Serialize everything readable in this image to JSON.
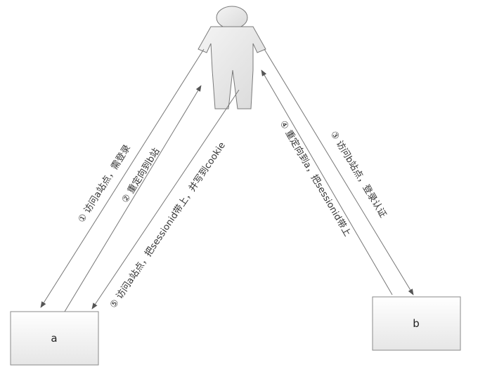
{
  "nodes": {
    "a": {
      "label": "a"
    },
    "b": {
      "label": "b"
    },
    "user": {
      "label": ""
    }
  },
  "steps": [
    {
      "id": "step1",
      "text": "① 访问a站点，需登录"
    },
    {
      "id": "step2",
      "text": "② 重定向到b站"
    },
    {
      "id": "step3",
      "text": "③ 访问b站点，登录认证"
    },
    {
      "id": "step4",
      "text": "④ 重定向到a，把sessionid带上"
    },
    {
      "id": "step5",
      "text": "⑤ 访问a站点，把sessionid带上，并写到cookie"
    }
  ],
  "colors": {
    "line": "#777777",
    "box_fill_top": "#ffffff",
    "box_fill_bottom": "#e8e8e8",
    "box_stroke": "#8a8a8a",
    "figure_fill": "#e6e6e6",
    "figure_stroke": "#7a7a7a"
  }
}
